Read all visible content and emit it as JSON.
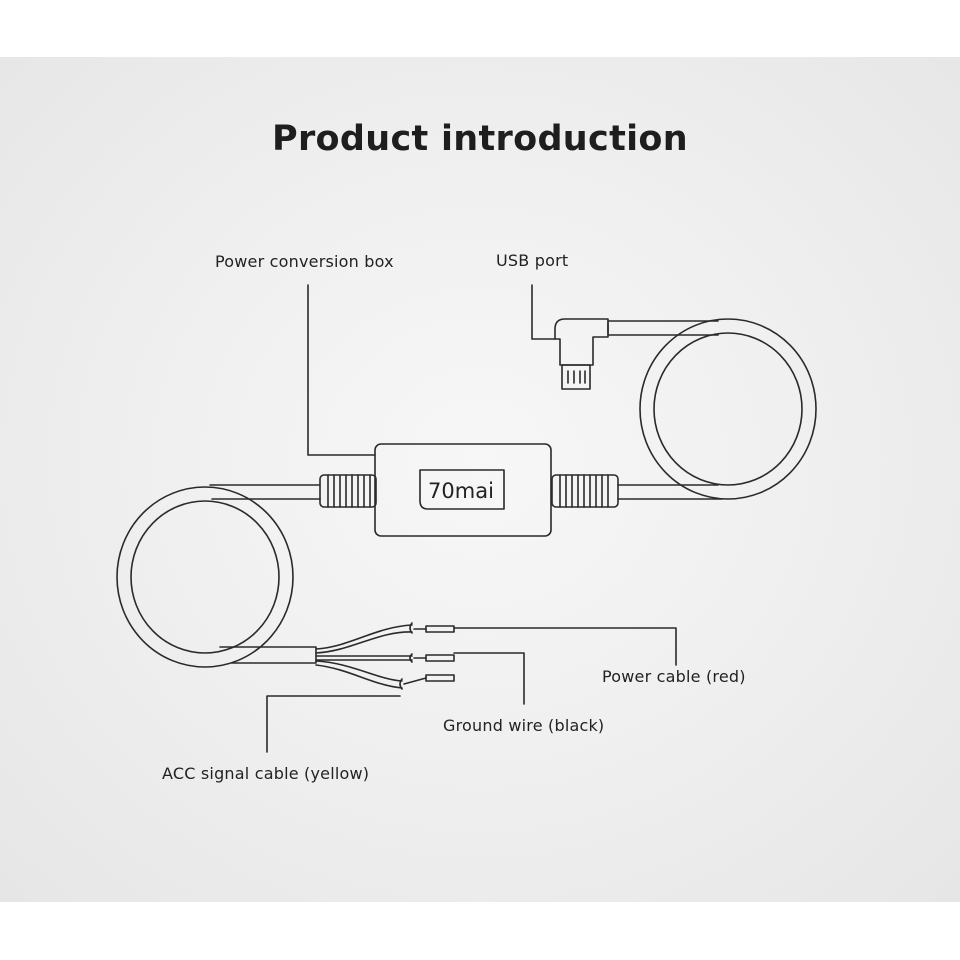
{
  "title": "Product introduction",
  "labels": {
    "power_conversion_box": "Power conversion box",
    "usb_port": "USB port",
    "power_cable": "Power cable (red)",
    "ground_wire": "Ground wire (black)",
    "acc_signal_cable": "ACC signal cable (yellow)"
  },
  "brand": "70mai",
  "colors": {
    "line": "#2a2a2a",
    "background": "#efefef",
    "text": "#222222"
  }
}
